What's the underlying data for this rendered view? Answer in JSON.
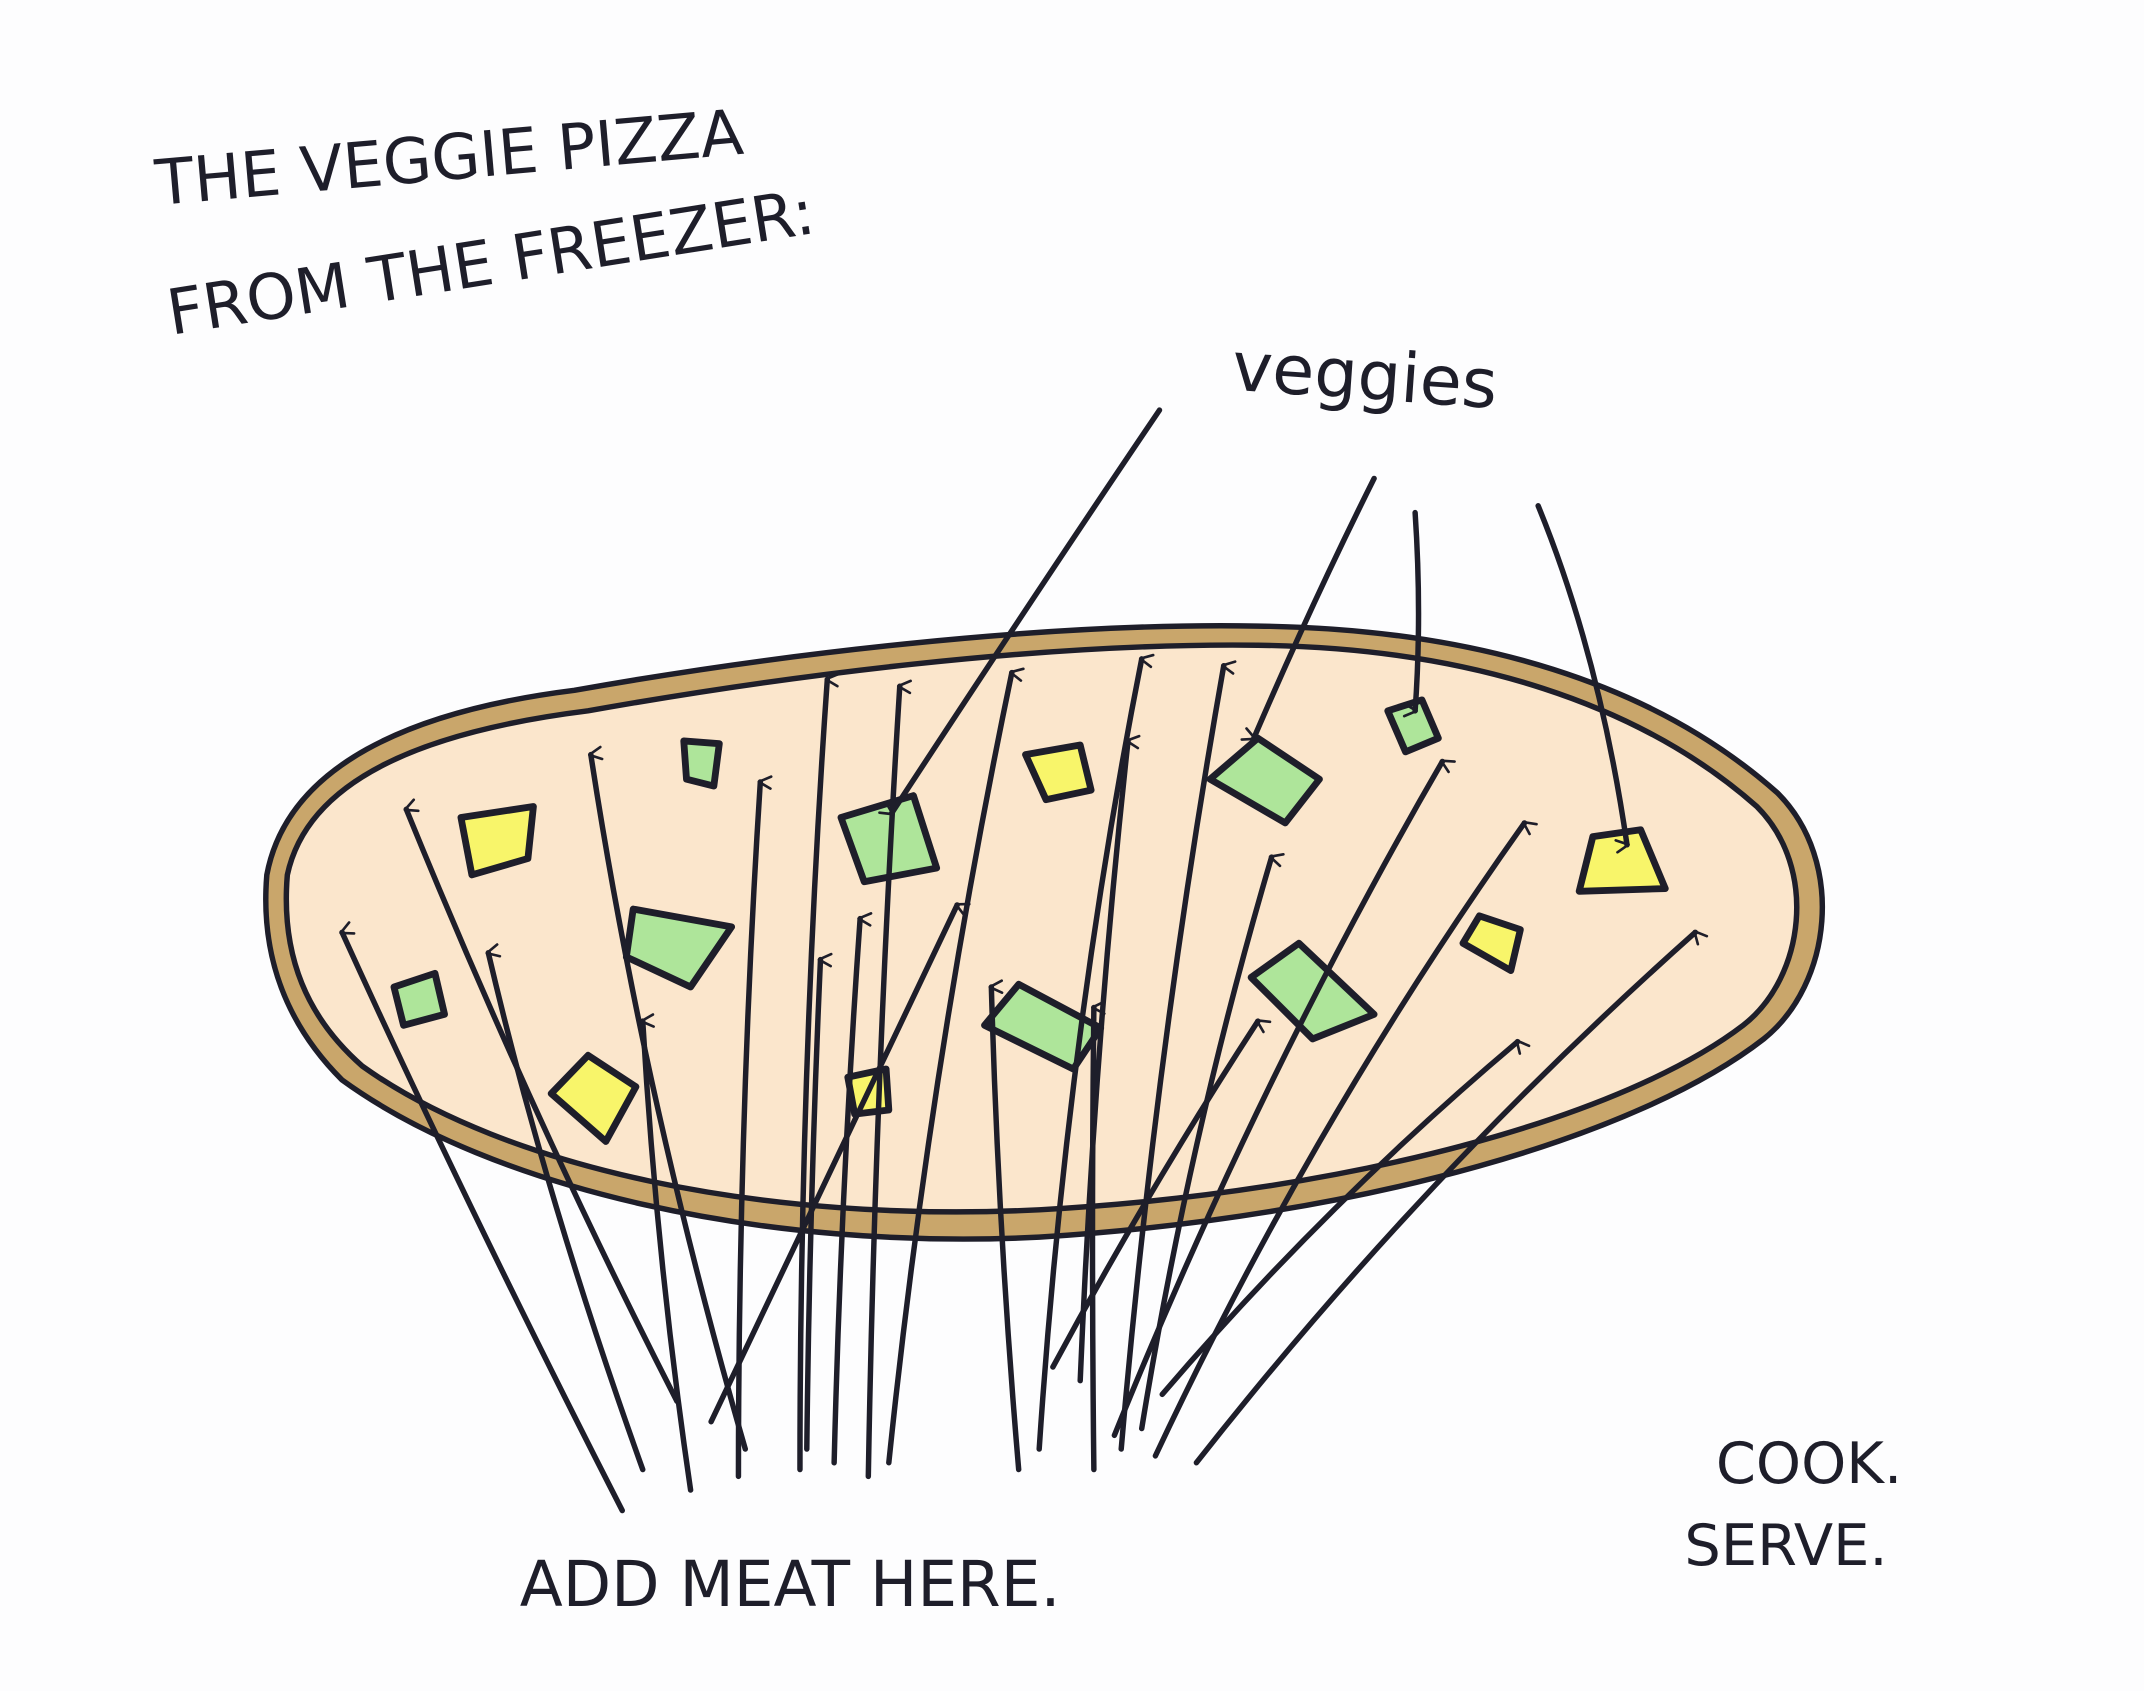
{
  "title": {
    "line1": "THE VEGGIE PIZZA",
    "line2": "FROM THE FREEZER:"
  },
  "labels": {
    "veggies": "veggies",
    "add_meat": "ADD MEAT HERE.",
    "cook": "COOK.",
    "serve": "SERVE."
  },
  "colors": {
    "ink": "#1e1e2a",
    "pizza": "#fbe6cc",
    "crust": "#c9a66b",
    "green_veggie": "#aee59a",
    "yellow_veggie": "#f8f56a",
    "background": "#fdfdfe"
  }
}
